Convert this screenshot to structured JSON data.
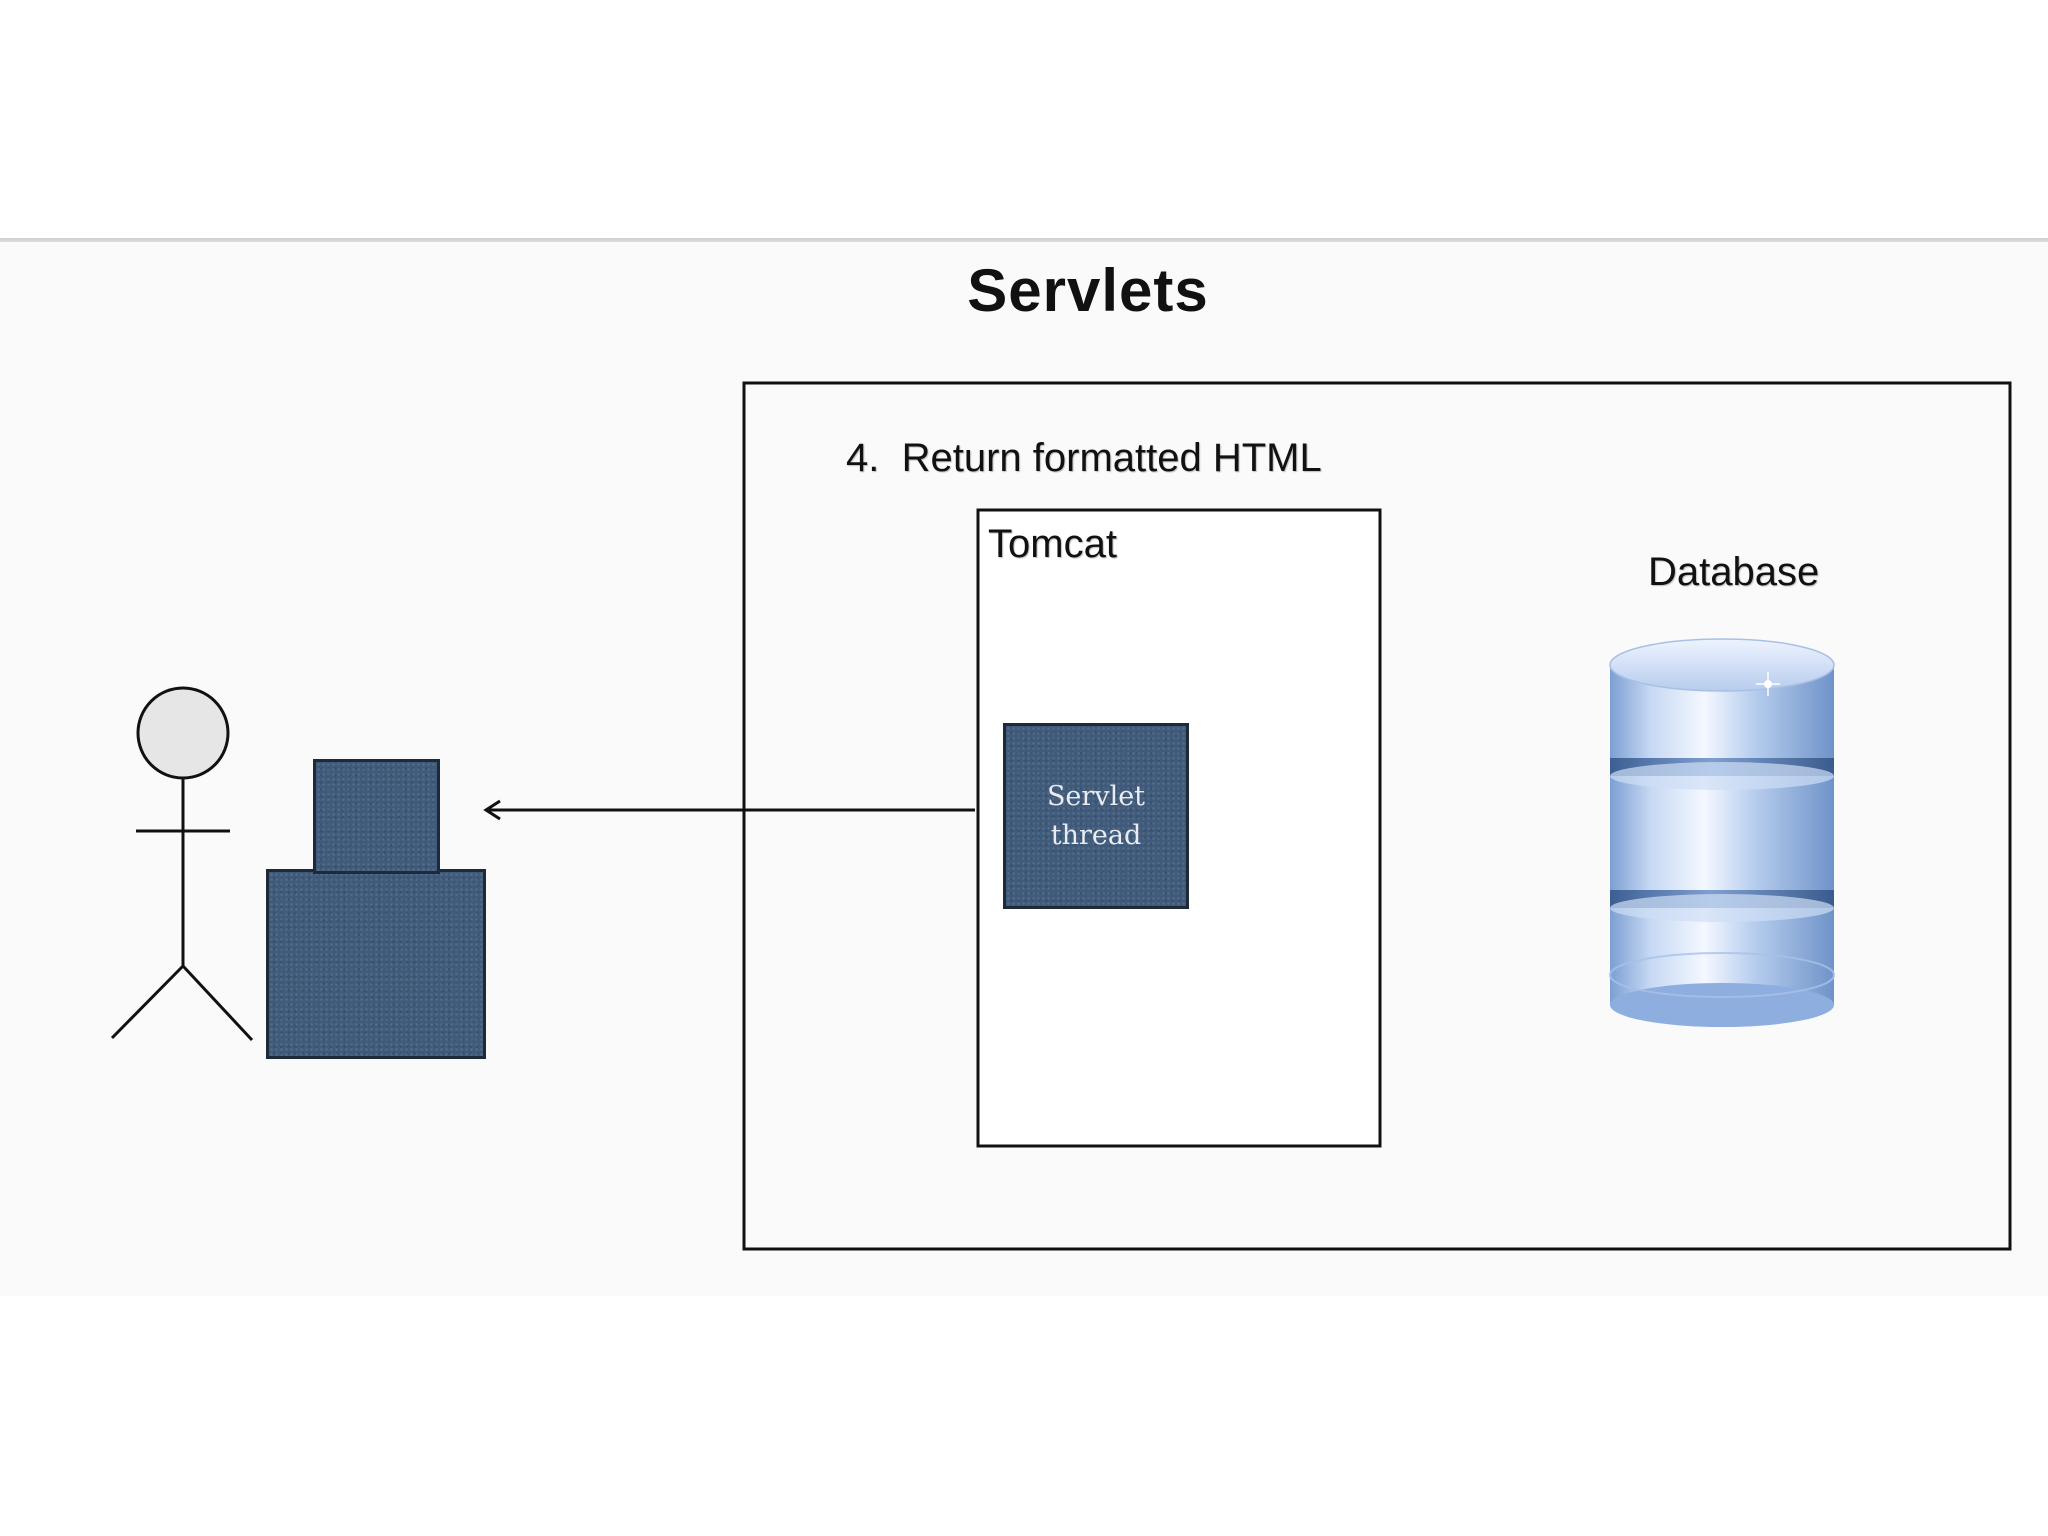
{
  "slide": {
    "title": "Servlets"
  },
  "diagram": {
    "step_label": "4.  Return formatted HTML",
    "tomcat_label": "Tomcat",
    "database_label": "Database",
    "servlet_thread": {
      "line1": "Servlet",
      "line2": "thread"
    }
  },
  "colors": {
    "box_fill": "#3f5a7a",
    "box_border": "#1e2a38",
    "line": "#111111",
    "database": "#9ebbe6"
  },
  "icons": {
    "user": "stick-figure-icon",
    "computer": "computer-icon",
    "database": "database-cylinder-icon"
  }
}
